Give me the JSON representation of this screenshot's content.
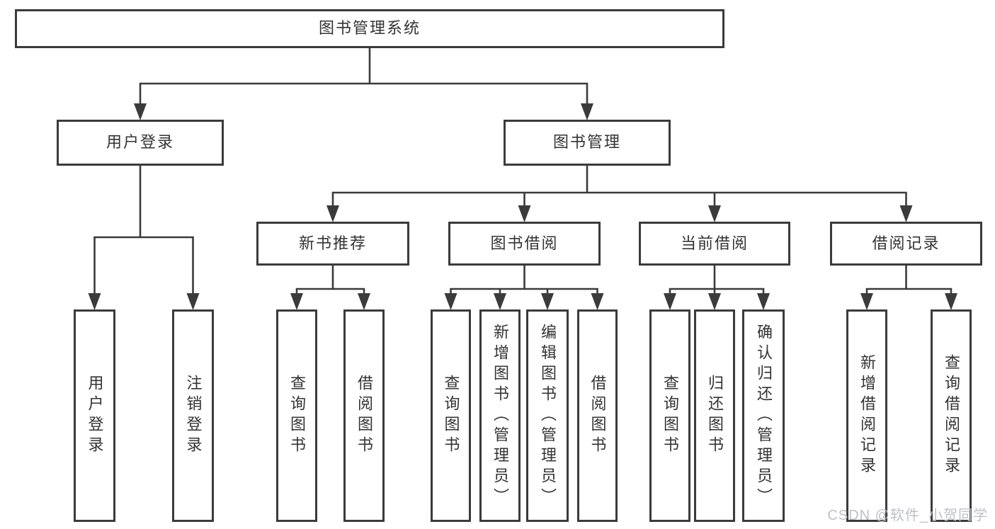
{
  "diagram": {
    "nodes": [
      {
        "id": "library-management-system",
        "label": "图书管理系统"
      },
      {
        "id": "user-login",
        "label": "用户登录"
      },
      {
        "id": "book-management",
        "label": "图书管理"
      },
      {
        "id": "new-book-recommend",
        "label": "新书推荐"
      },
      {
        "id": "book-borrowing",
        "label": "图书借阅"
      },
      {
        "id": "current-borrowing",
        "label": "当前借阅"
      },
      {
        "id": "borrowing-records",
        "label": "借阅记录"
      },
      {
        "id": "leaf-user-login",
        "label": "用户登录"
      },
      {
        "id": "leaf-logout",
        "label": "注销登录"
      },
      {
        "id": "leaf-query-books-recommend",
        "label": "查询图书"
      },
      {
        "id": "leaf-borrow-books-recommend",
        "label": "借阅图书"
      },
      {
        "id": "leaf-query-books-borrowing",
        "label": "查询图书"
      },
      {
        "id": "leaf-add-books-admin",
        "label": "新增图书（管理员）"
      },
      {
        "id": "leaf-edit-books-admin",
        "label": "编辑图书（管理员）"
      },
      {
        "id": "leaf-borrow-books-borrowing",
        "label": "借阅图书"
      },
      {
        "id": "leaf-query-books-current",
        "label": "查询图书"
      },
      {
        "id": "leaf-return-books",
        "label": "归还图书"
      },
      {
        "id": "leaf-confirm-return-admin",
        "label": "确认归还（管理员）"
      },
      {
        "id": "leaf-add-borrow-record",
        "label": "新增借阅记录"
      },
      {
        "id": "leaf-query-borrow-record",
        "label": "查询借阅记录"
      }
    ],
    "watermark": "CSDN @软件_小贺同学",
    "colors": {
      "line": "#3b3b3b",
      "text": "#333333",
      "watermark": "#bdc0c8",
      "background": "#ffffff"
    }
  }
}
